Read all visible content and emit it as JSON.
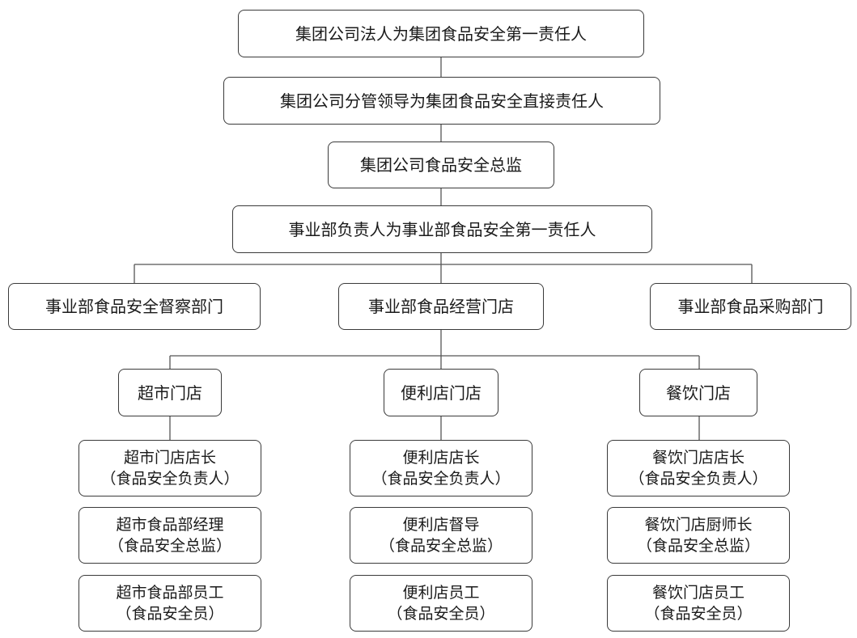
{
  "diagram": {
    "top_chain": [
      "集团公司法人为集团食品安全第一责任人",
      "集团公司分管领导为集团食品安全直接责任人",
      "集团公司食品安全总监",
      "事业部负责人为事业部食品安全第一责任人"
    ],
    "departments": {
      "supervision": "事业部食品安全督察部门",
      "stores": "事业部食品经营门店",
      "purchasing": "事业部食品采购部门"
    },
    "store_types": {
      "supermarket": {
        "label": "超市门店",
        "roles": [
          {
            "title": "超市门店店长",
            "role": "（食品安全负责人）"
          },
          {
            "title": "超市食品部经理",
            "role": "（食品安全总监）"
          },
          {
            "title": "超市食品部员工",
            "role": "（食品安全员）"
          }
        ]
      },
      "convenience": {
        "label": "便利店门店",
        "roles": [
          {
            "title": "便利店店长",
            "role": "（食品安全负责人）"
          },
          {
            "title": "便利店督导",
            "role": "（食品安全总监）"
          },
          {
            "title": "便利店员工",
            "role": "（食品安全员）"
          }
        ]
      },
      "catering": {
        "label": "餐饮门店",
        "roles": [
          {
            "title": "餐饮门店店长",
            "role": "（食品安全负责人）"
          },
          {
            "title": "餐饮门店厨师长",
            "role": "（食品安全总监）"
          },
          {
            "title": "餐饮门店员工",
            "role": "（食品安全员）"
          }
        ]
      }
    }
  }
}
